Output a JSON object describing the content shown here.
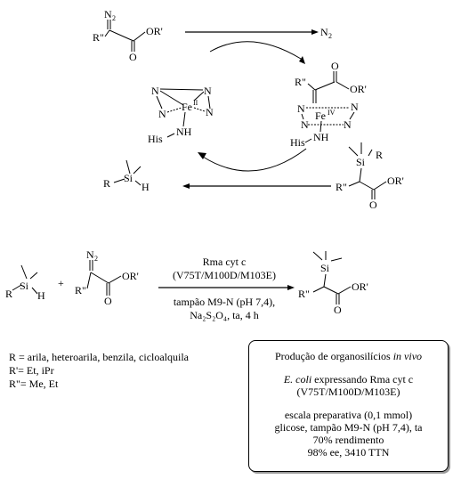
{
  "cycle": {
    "diazo_label": "N",
    "diazo_sub": "2",
    "r2": "R\"",
    "ester_oor": "OR'",
    "o": "O",
    "n2_out": "N",
    "n2_out_sub": "2",
    "fe2": "Fe",
    "fe2_ox": "II",
    "fe4": "Fe",
    "fe4_ox": "IV",
    "n": "N",
    "his": "His",
    "nh": "NH",
    "silane_r": "R",
    "si": "Si",
    "h": "H",
    "product_r": "R"
  },
  "reaction": {
    "plus": "+",
    "conditions": [
      "Rma cyt c",
      "(V75T/M100D/M103E)",
      "tampão M9-N (pH 7,4),",
      "Na₂S₂O₄, ta, 4 h"
    ]
  },
  "legend": [
    "R = arila, heteroarila, benzila, cicloalquila",
    "R'= Et, iPr",
    "R\"= Me, Et"
  ],
  "infobox": {
    "title_plain": "Produção de organosilícios ",
    "title_italic": "in vivo",
    "ecoli_italic": "E. coli",
    "ecoli_rest": " expressando Rma cyt c",
    "mutant": "(V75T/M100D/M103E)",
    "line1": "escala preparativa (0,1 mmol)",
    "line2": "glicose, tampão M9-N (pH 7,4), ta",
    "line3": "70% rendimento",
    "line4": "98% ee, 3410 TTN"
  }
}
